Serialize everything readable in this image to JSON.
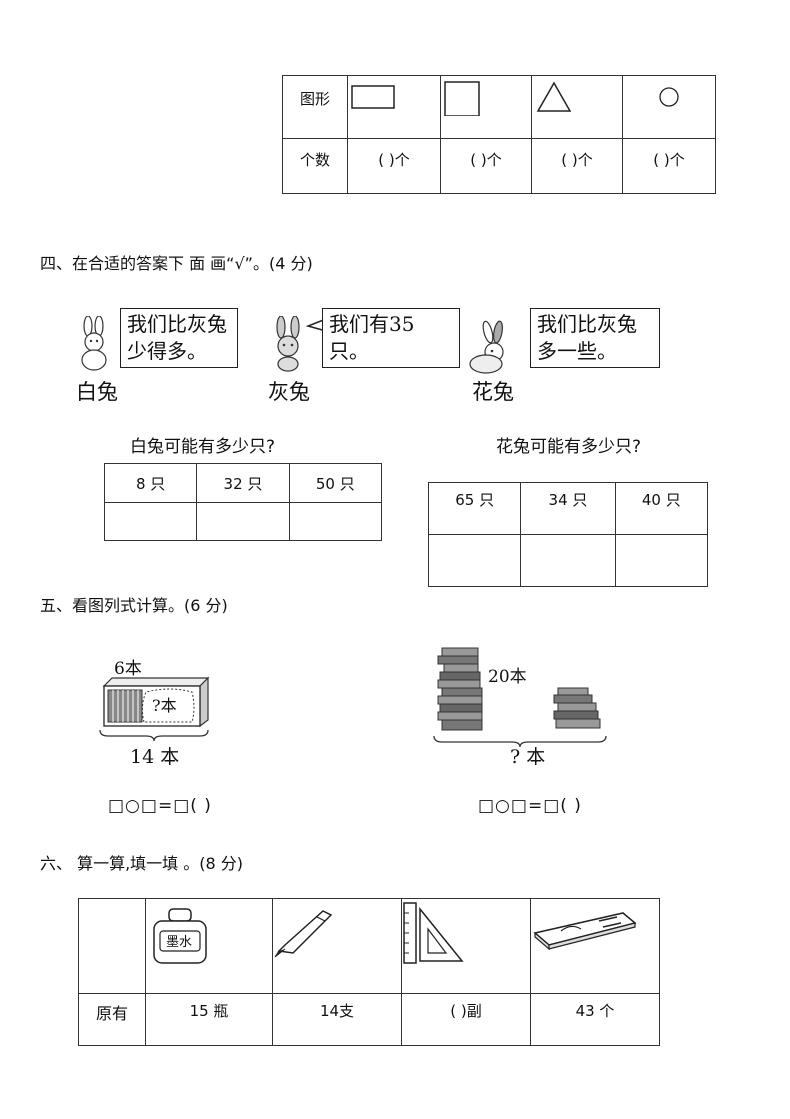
{
  "shape_table": {
    "row1_label": "图形",
    "row2_label": "个数",
    "blanks": [
      "(    )个",
      "(    )个",
      "(    )个",
      "(    )个"
    ]
  },
  "section4": {
    "title": "四、在合适的答案下 面 画“√”。(4 分)",
    "bubbles": [
      "我们比灰兔少得多。",
      "我们有35只。",
      "我们比灰兔多一些。"
    ],
    "names": [
      "白兔",
      "灰兔",
      "花兔"
    ],
    "q_white": "白兔可能有多少只?",
    "q_flower": "花兔可能有多少只?",
    "white_options": [
      "8  只",
      "32  只",
      "50  只"
    ],
    "flower_options": [
      "65  只",
      "34  只",
      "40  只"
    ]
  },
  "section5": {
    "title": "五、看图列式计算。(6 分)",
    "left_top": "6本",
    "left_box": "?本",
    "left_bottom": "14 本",
    "right_top": "20本",
    "right_bottom": "? 本",
    "equation": "□○□=□(    )"
  },
  "section6": {
    "title": "六、  算一算,填一填  。(8 分)",
    "row_label": "原有",
    "items": [
      "15 瓶",
      "14支",
      "(    )副",
      "43 个"
    ],
    "ink_label": "墨水"
  }
}
